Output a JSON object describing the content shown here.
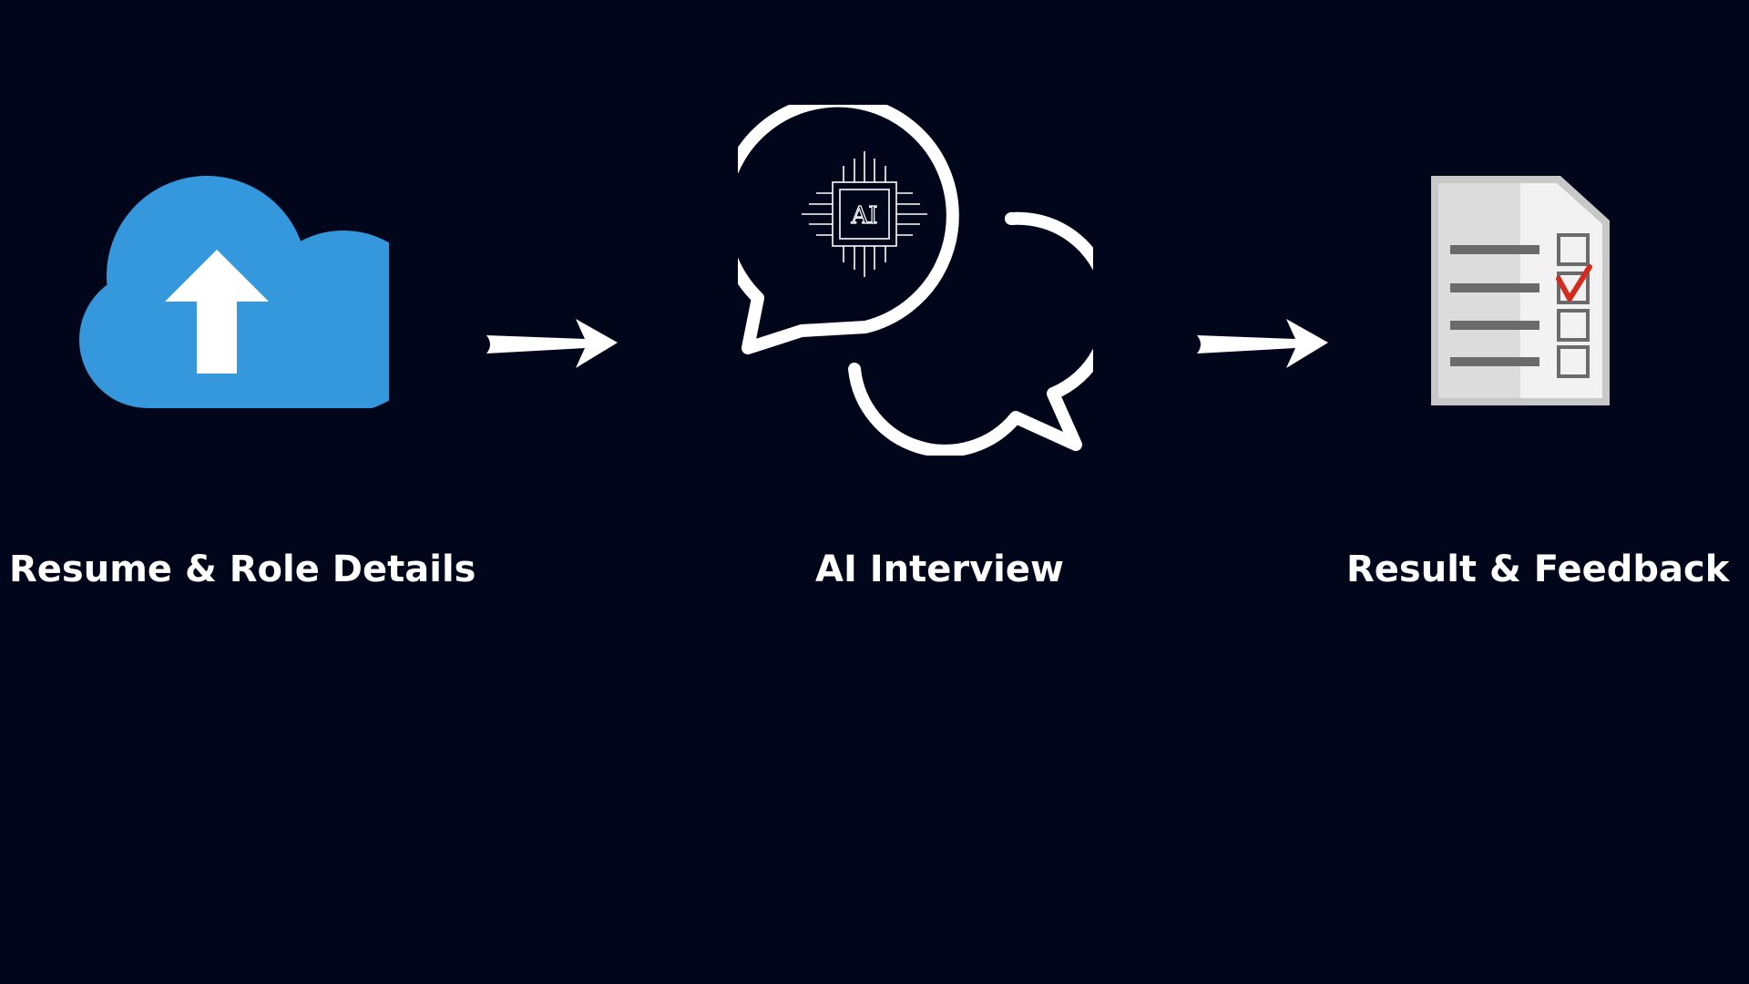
{
  "colors": {
    "background": "#01061a",
    "cloud": "#3598dc",
    "white": "#ffffff",
    "paper": "#f2f2f2",
    "paper_shade": "#dcdcdc",
    "paper_edge": "#c8c8c8",
    "line_gray": "#6b6b6b",
    "check_red": "#d42b1f"
  },
  "steps": [
    {
      "label": "Resume & Role Details",
      "icon": "cloud-upload-icon"
    },
    {
      "label": "AI Interview",
      "icon": "ai-chat-bubbles-icon"
    },
    {
      "label": "Result & Feedback",
      "icon": "checklist-document-icon"
    }
  ],
  "chip_text": "AI",
  "connectors": [
    "right-arrow-icon",
    "right-arrow-icon"
  ]
}
